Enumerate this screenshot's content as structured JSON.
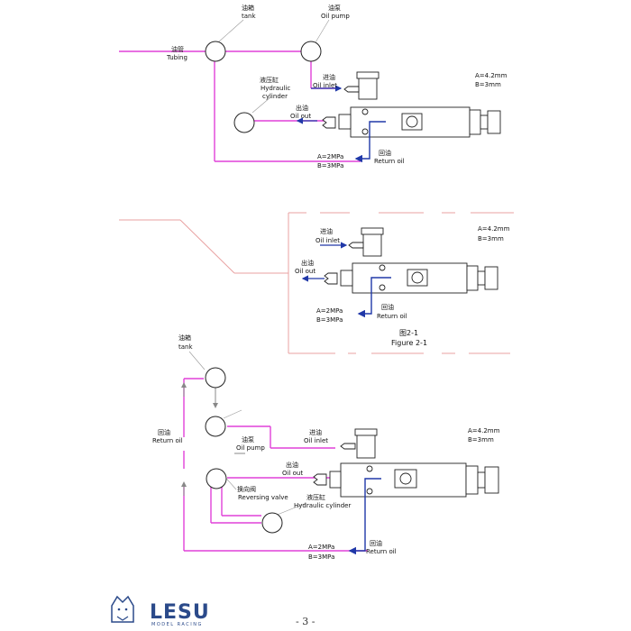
{
  "diagram1": {
    "tubing_cn": "油管",
    "tubing_en": "Tubing",
    "tank_cn": "油箱",
    "tank_en": "tank",
    "pump_cn": "油泵",
    "pump_en": "Oil pump",
    "cylinder_cn": "液压缸",
    "cylinder_en1": "Hydraulic",
    "cylinder_en2": "cylinder",
    "inlet_cn": "进油",
    "inlet_en": "Oil inlet",
    "out_cn": "出油",
    "out_en": "Oil out",
    "return_cn": "回油",
    "return_en": "Return oil",
    "pressure_a": "A=2MPa",
    "pressure_b": "B=3MPa",
    "dim_a": "A=4.2mm",
    "dim_b": "B=3mm"
  },
  "diagram2": {
    "inlet_cn": "进油",
    "inlet_en": "Oil inlet",
    "out_cn": "出油",
    "out_en": "Oil out",
    "return_cn": "回油",
    "return_en": "Return oil",
    "pressure_a": "A=2MPa",
    "pressure_b": "B=3MPa",
    "dim_a": "A=4.2mm",
    "dim_b": "B=3mm",
    "figure_cn": "图2-1",
    "figure_en": "Figure 2-1"
  },
  "diagram3": {
    "tank_cn": "油箱",
    "tank_en": "tank",
    "return_side_cn": "回油",
    "return_side_en": "Return oil",
    "pump_cn": "油泵",
    "pump_en": "Oil pump",
    "inlet_cn": "进油",
    "inlet_en": "Oil inlet",
    "out_cn": "出油",
    "out_en": "Oil out",
    "valve_cn": "换向阀",
    "valve_en": "Reversing valve",
    "cylinder_cn": "液压缸",
    "cylinder_en": "Hydraulic cylinder",
    "return_cn": "回油",
    "return_en": "Return oil",
    "pressure_a": "A=2MPa",
    "pressure_b": "B=3MPa",
    "dim_a": "A=4.2mm",
    "dim_b": "B=3mm"
  },
  "footer": {
    "brand": "LESU",
    "brand_sub": "MODEL RACING",
    "page_number": "- 3 -"
  },
  "colors": {
    "tube": "#e040d8",
    "oil_line": "#2038a8",
    "frame_line": "#e8a0a0",
    "brand": "#2b4a8a"
  }
}
